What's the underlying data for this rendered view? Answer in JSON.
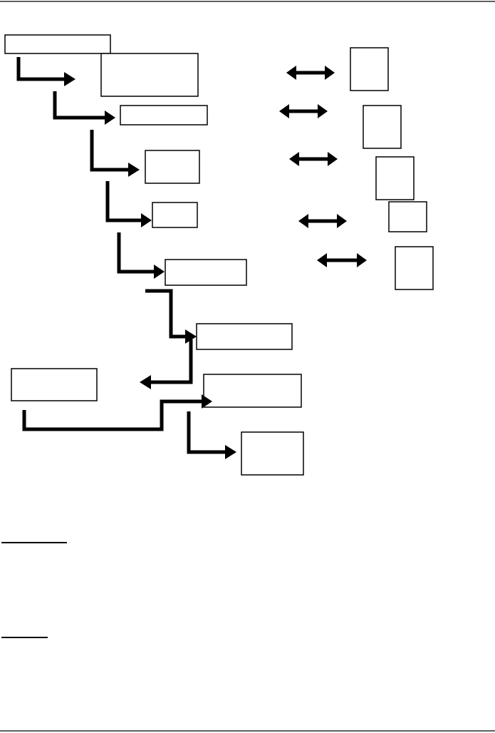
{
  "diagram": {
    "boxes": [
      {
        "name": "box-start",
        "label": ""
      },
      {
        "name": "box-level-1",
        "label": ""
      },
      {
        "name": "box-level-2",
        "label": ""
      },
      {
        "name": "box-level-3",
        "label": ""
      },
      {
        "name": "box-level-4",
        "label": ""
      },
      {
        "name": "box-level-5",
        "label": ""
      },
      {
        "name": "box-level-6",
        "label": ""
      },
      {
        "name": "box-external-left",
        "label": ""
      },
      {
        "name": "box-level-7",
        "label": ""
      },
      {
        "name": "box-level-8",
        "label": ""
      },
      {
        "name": "box-side-1",
        "label": ""
      },
      {
        "name": "box-side-2",
        "label": ""
      },
      {
        "name": "box-side-3",
        "label": ""
      },
      {
        "name": "box-side-4",
        "label": ""
      },
      {
        "name": "box-side-5",
        "label": ""
      }
    ],
    "double_arrows": 5
  },
  "sections": [
    {
      "name": "section-heading-1",
      "text": ""
    },
    {
      "name": "section-heading-2",
      "text": ""
    }
  ]
}
